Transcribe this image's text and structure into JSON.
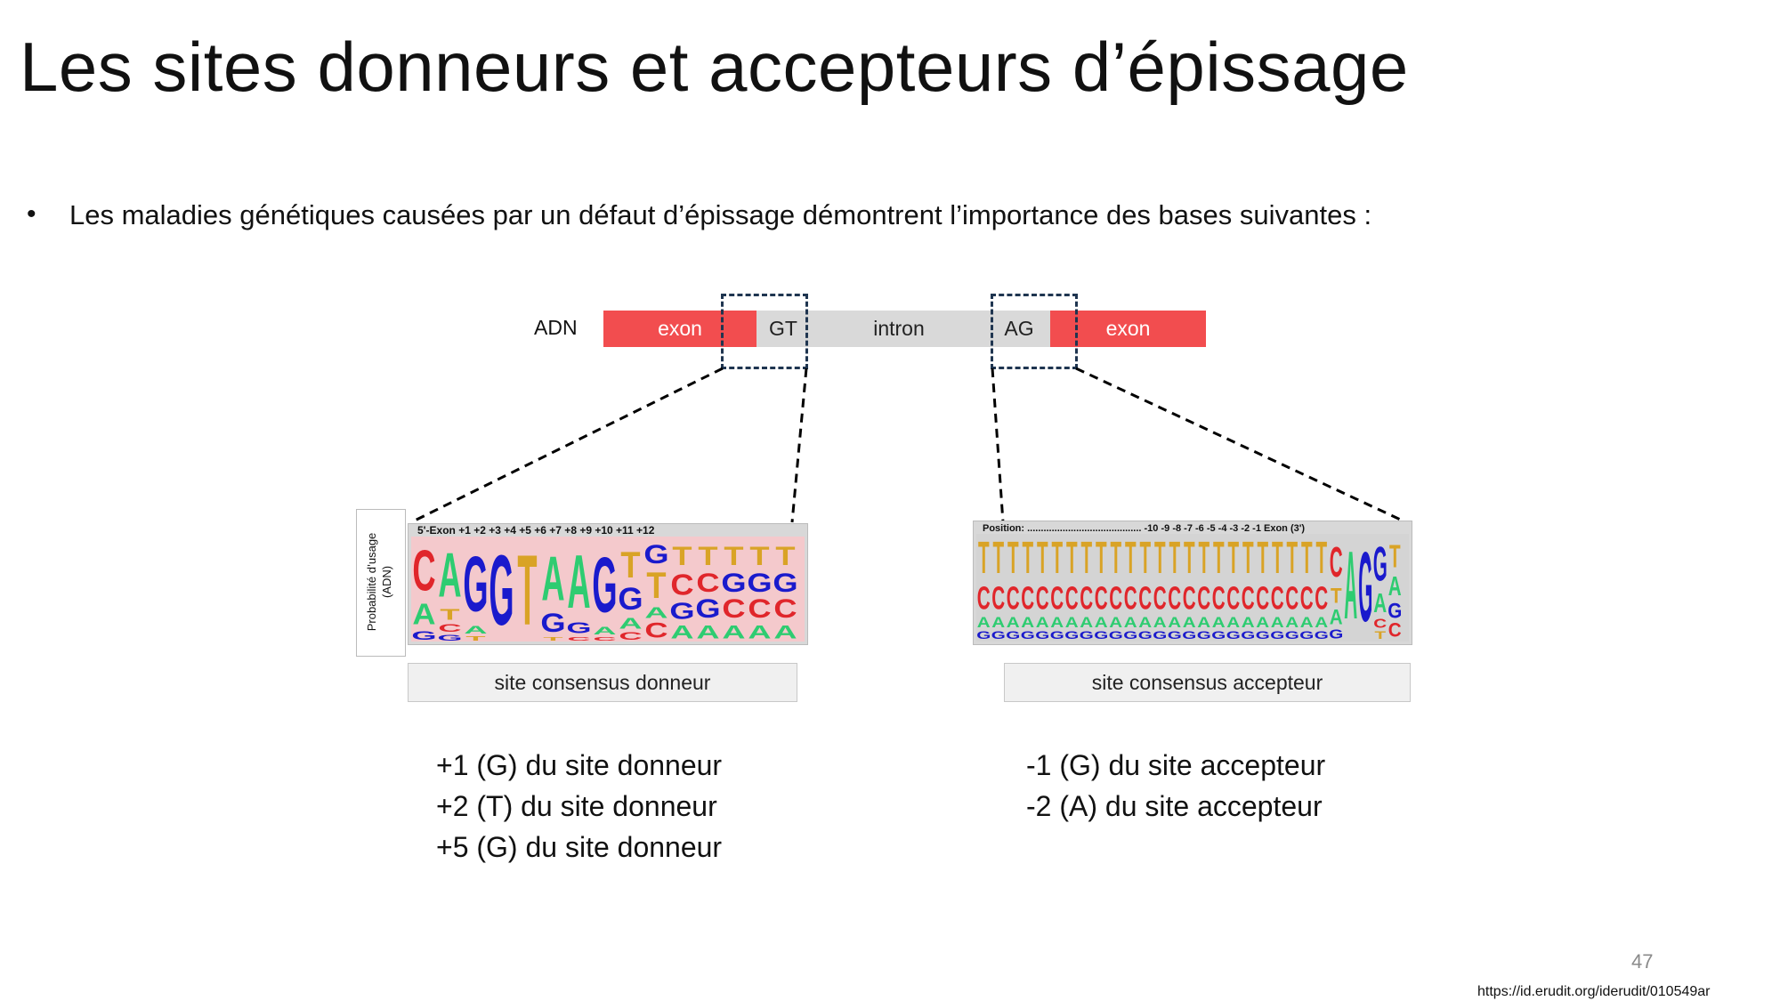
{
  "title": "Les sites donneurs et accepteurs d’épissage",
  "bullet": "Les maladies génétiques causées par un défaut d’épissage démontrent l’importance des bases suivantes :",
  "diagram": {
    "adn_label": "ADN",
    "segments": [
      "exon",
      "GT",
      "intron",
      "AG",
      "exon"
    ],
    "colors": {
      "exon": "#f24d4f",
      "intron": "#d9d9d9",
      "dash": "#1f3550"
    }
  },
  "donor_logo": {
    "y_label_line1": "Probabilité d’usage",
    "y_label_line2": "(ADN)",
    "header": "5'-Exon  +1  +2  +3  +4  +5  +6  +7  +8  +9  +10 +11 +12",
    "caption": "site consensus donneur"
  },
  "acceptor_logo": {
    "header": "Position: .......................................... -10 -9 -8 -7 -6 -5 -4 -3 -2 -1   Exon (3')",
    "caption": "site consensus accepteur"
  },
  "donor_notes": [
    "+1 (G) du site donneur",
    "+2 (T) du site donneur",
    "+5 (G) du site donneur"
  ],
  "acceptor_notes": [
    "-1 (G) du site accepteur",
    "-2 (A) du site accepteur"
  ],
  "page_number": "47",
  "source": "https://id.erudit.org/iderudit/010549ar",
  "base_colors": {
    "A": "#2ecc71",
    "C": "#e0262b",
    "G": "#1a1acc",
    "T": "#d9a326"
  }
}
